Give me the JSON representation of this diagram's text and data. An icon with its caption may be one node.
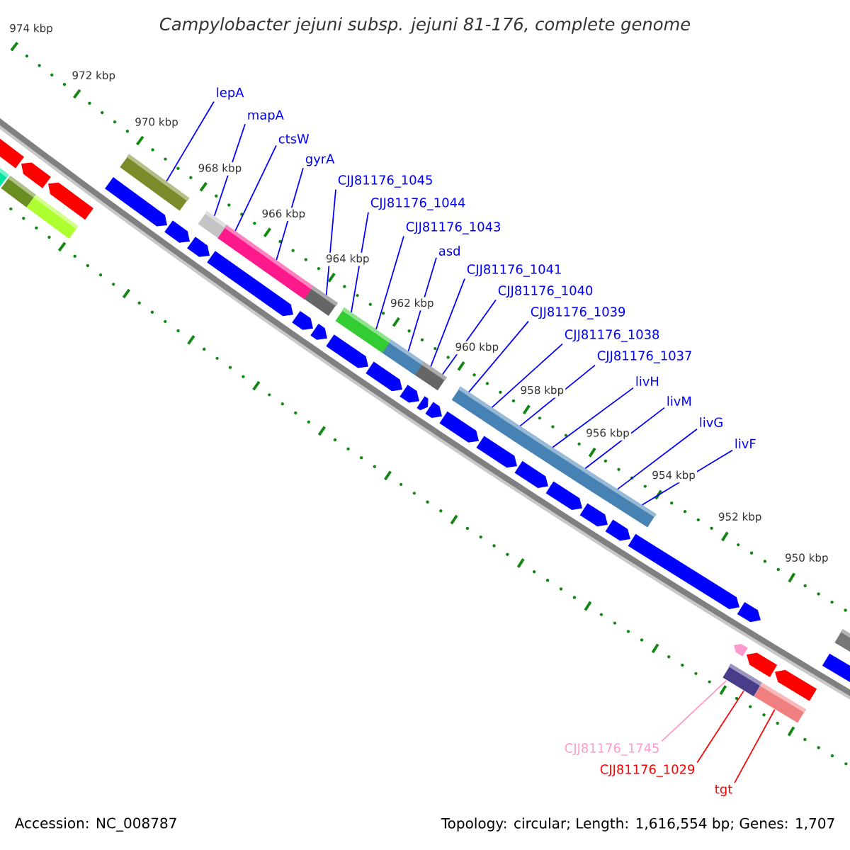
{
  "diagram": {
    "title": "Campylobacter jejuni subsp. jejuni 81-176, complete genome",
    "nodes": [
      {
        "text": [
          "lepA"
        ]
      },
      {
        "text": [
          "mapA"
        ]
      },
      {
        "text": [
          "ctsW"
        ]
      },
      {
        "text": [
          "gyrA"
        ]
      },
      {
        "text": [
          "CJJ81176_1045"
        ]
      },
      {
        "text": [
          "CJJ81176_1044"
        ]
      },
      {
        "text": [
          "CJJ81176_1043"
        ]
      },
      {
        "text": [
          "asd"
        ]
      },
      {
        "text": [
          "CJJ81176_1041"
        ]
      },
      {
        "text": [
          "CJJ81176_1040"
        ]
      },
      {
        "text": [
          "CJJ81176_1039"
        ]
      },
      {
        "text": [
          "CJJ81176_1038"
        ]
      },
      {
        "text": [
          "CJJ81176_1037"
        ]
      },
      {
        "text": [
          "livH"
        ]
      },
      {
        "text": [
          "livM"
        ]
      },
      {
        "text": [
          "livG"
        ]
      },
      {
        "text": [
          "livF"
        ]
      },
      {
        "text": [
          "CJJ81176_1745"
        ]
      },
      {
        "text": [
          "CJJ81176_1029"
        ]
      },
      {
        "text": [
          "tgt"
        ]
      },
      {
        "text": [],
        "shape": "bar"
      },
      {
        "text": [],
        "shape": "bar"
      },
      {
        "text": [],
        "shape": "bar"
      },
      {
        "text": [],
        "shape": "bar"
      },
      {
        "text": [],
        "shape": "bar"
      },
      {
        "text": [],
        "shape": "bar"
      },
      {
        "text": [],
        "shape": "bar"
      },
      {
        "text": [],
        "shape": "bar"
      },
      {
        "text": [],
        "shape": "bar"
      },
      {
        "text": [],
        "shape": "bar"
      },
      {
        "text": [],
        "shape": "bar"
      },
      {
        "text": [],
        "shape": "bar"
      },
      {
        "text": [],
        "shape": "bar"
      },
      {
        "text": [],
        "shape": "bar"
      },
      {
        "text": [],
        "shape": "pentagon"
      },
      {
        "text": [],
        "shape": "pentagon"
      },
      {
        "text": [],
        "shape": "pentagon"
      },
      {
        "text": [],
        "shape": "pentagon"
      },
      {
        "text": [],
        "shape": "pentagon"
      },
      {
        "text": [],
        "shape": "pentagon"
      },
      {
        "text": [],
        "shape": "pentagon"
      },
      {
        "text": [],
        "shape": "pentagon"
      },
      {
        "text": [],
        "shape": "pentagon"
      },
      {
        "text": [],
        "shape": "pentagon"
      },
      {
        "text": [],
        "shape": "pentagon"
      },
      {
        "text": [],
        "shape": "pentagon"
      },
      {
        "text": [],
        "shape": "pentagon"
      },
      {
        "text": [],
        "shape": "pentagon"
      },
      {
        "text": [],
        "shape": "pentagon"
      },
      {
        "text": [],
        "shape": "pentagon"
      },
      {
        "text": [],
        "shape": "pentagon"
      },
      {
        "text": [],
        "shape": "pentagon"
      },
      {
        "text": [],
        "shape": "pentagon"
      },
      {
        "text": [],
        "shape": "pentagon"
      },
      {
        "text": [],
        "shape": "pentagon"
      },
      {
        "text": [],
        "shape": "pentagon"
      },
      {
        "text": [],
        "shape": "pentagon"
      },
      {
        "text": [],
        "shape": "pentagon"
      },
      {
        "text": [],
        "shape": "pentagon"
      },
      {
        "text": [],
        "shape": "pentagon"
      },
      {
        "text": [],
        "shape": "bar"
      },
      {
        "text": [],
        "shape": "bar"
      },
      {
        "text": [],
        "shape": "bar"
      },
      {
        "text": [],
        "shape": "bar"
      }
    ],
    "edges": [
      {
        "from": 0,
        "to": 20,
        "arrow": "none"
      },
      {
        "from": 1,
        "to": 21,
        "arrow": "none"
      },
      {
        "from": 2,
        "to": 22,
        "arrow": "none"
      },
      {
        "from": 3,
        "to": 22,
        "arrow": "none"
      },
      {
        "from": 4,
        "to": 23,
        "arrow": "none"
      },
      {
        "from": 5,
        "to": 24,
        "arrow": "none"
      },
      {
        "from": 6,
        "to": 24,
        "arrow": "none"
      },
      {
        "from": 7,
        "to": 25,
        "arrow": "none"
      },
      {
        "from": 8,
        "to": 26,
        "arrow": "none"
      },
      {
        "from": 9,
        "to": 26,
        "arrow": "none"
      },
      {
        "from": 10,
        "to": 27,
        "arrow": "none"
      },
      {
        "from": 11,
        "to": 27,
        "arrow": "none"
      },
      {
        "from": 12,
        "to": 28,
        "arrow": "none"
      },
      {
        "from": 13,
        "to": 29,
        "arrow": "none"
      },
      {
        "from": 14,
        "to": 30,
        "arrow": "none"
      },
      {
        "from": 15,
        "to": 31,
        "arrow": "none"
      },
      {
        "from": 16,
        "to": 31,
        "arrow": "none"
      },
      {
        "from": 17,
        "to": 32,
        "arrow": "none",
        "color": "#ff99cc"
      },
      {
        "from": 18,
        "to": 32,
        "arrow": "none",
        "color": "#ff0000"
      },
      {
        "from": 19,
        "to": 33,
        "arrow": "none",
        "color": "#ff0000"
      }
    ],
    "labels": [
      "974 kbp",
      "972 kbp",
      "970 kbp",
      "968 kbp",
      "966 kbp",
      "964 kbp",
      "962 kbp",
      "960 kbp",
      "958 kbp",
      "956 kbp",
      "954 kbp",
      "952 kbp",
      "950 kbp",
      "Accession: NC_008787",
      "Topology: circular; Length: 1,616,554 bp; Genes: 1,707"
    ]
  }
}
